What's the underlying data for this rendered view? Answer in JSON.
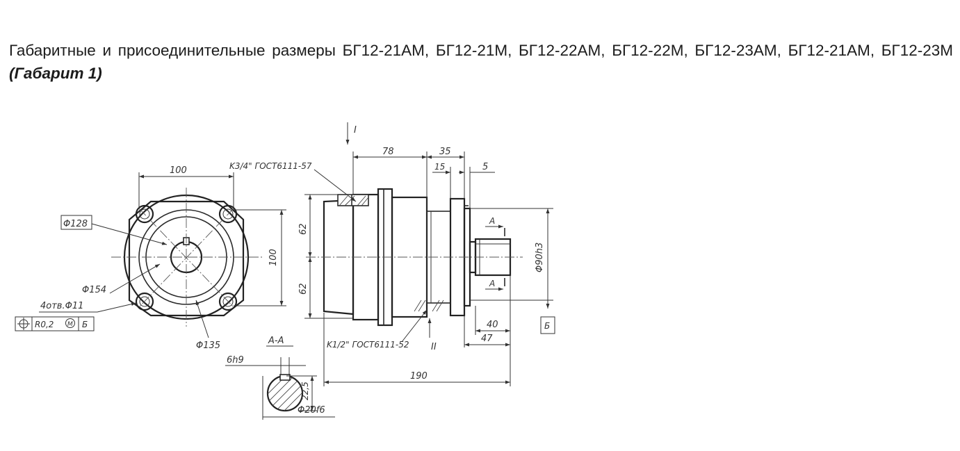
{
  "heading": {
    "text": "Габаритные и присоединительные размеры БГ12-21АМ, БГ12-21М, БГ12-22АМ, БГ12-22М, БГ12-23АМ, БГ12-21АМ, БГ12-23М",
    "subtitle": "(Габарит 1)"
  },
  "drawing": {
    "front_view": {
      "dim_width": "100",
      "dim_height": "100",
      "dim_d128": "Φ128",
      "dim_d154": "Φ154",
      "dim_d135": "Φ135",
      "holes_label": "4отв.Φ11",
      "position_tolerance": {
        "value": "R0,2",
        "modifier": "M",
        "datum": "Б"
      }
    },
    "section": {
      "title": "А-А",
      "key_width": "6h9",
      "key_height": "22,5",
      "shaft_diameter": "Φ20f6"
    },
    "side_view": {
      "view_mark_top": "I",
      "view_mark_bottom": "II",
      "port_top": "K3/4\" ГОСТ6111-57",
      "port_bottom": "K1/2\" ГОСТ6111-52",
      "dim_78": "78",
      "dim_35": "35",
      "dim_15": "15",
      "dim_5": "5",
      "dim_62_upper": "62",
      "dim_62_lower": "62",
      "dim_40": "40",
      "dim_47": "47",
      "dim_190": "190",
      "pilot_diameter": "Φ90h3",
      "datum_label": "Б",
      "section_mark_upper": "А",
      "section_mark_lower": "А"
    }
  }
}
